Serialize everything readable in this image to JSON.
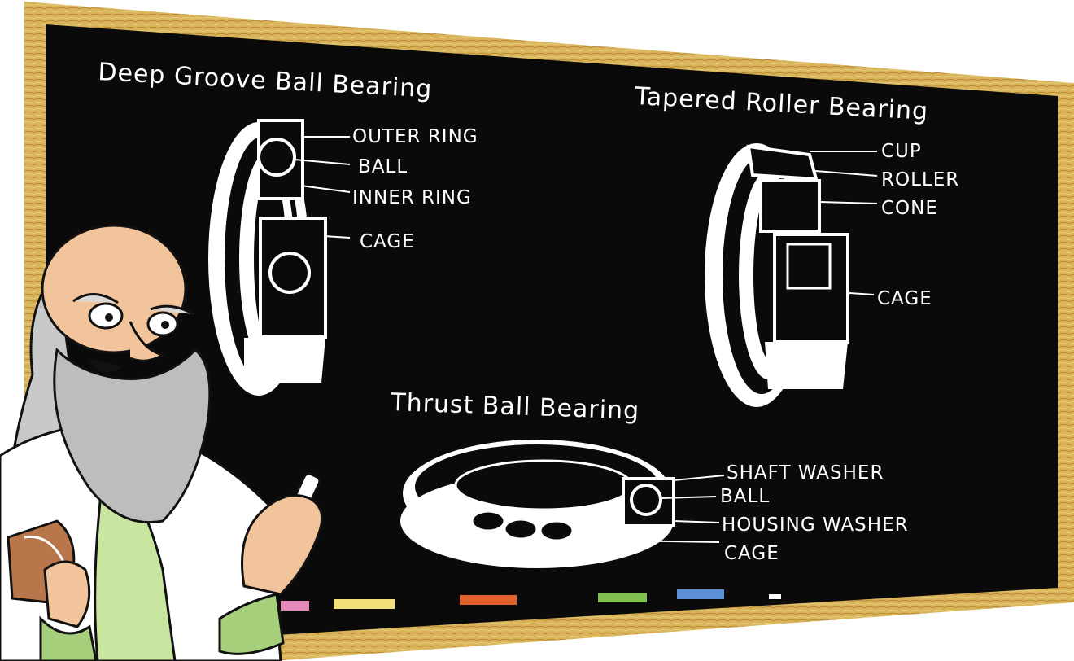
{
  "board": {
    "frame_color": "#d9b45a",
    "board_color": "#0a0a0a",
    "chalk_color": "#ffffff"
  },
  "deep_groove": {
    "title": "Deep Groove Ball Bearing",
    "parts": [
      "OUTER RING",
      "BALL",
      "INNER RING",
      "CAGE"
    ]
  },
  "tapered_roller": {
    "title": "Tapered Roller Bearing",
    "parts": [
      "CUP",
      "ROLLER",
      "CONE",
      "CAGE"
    ]
  },
  "thrust_ball": {
    "title": "Thrust Ball Bearing",
    "parts": [
      "SHAFT WASHER",
      "BALL",
      "HOUSING WASHER",
      "CAGE"
    ]
  },
  "chalk_colors": [
    "#e58ab8",
    "#f3e07a",
    "#e0622c",
    "#7fbf4d",
    "#5b8fd6",
    "#ffffff"
  ]
}
